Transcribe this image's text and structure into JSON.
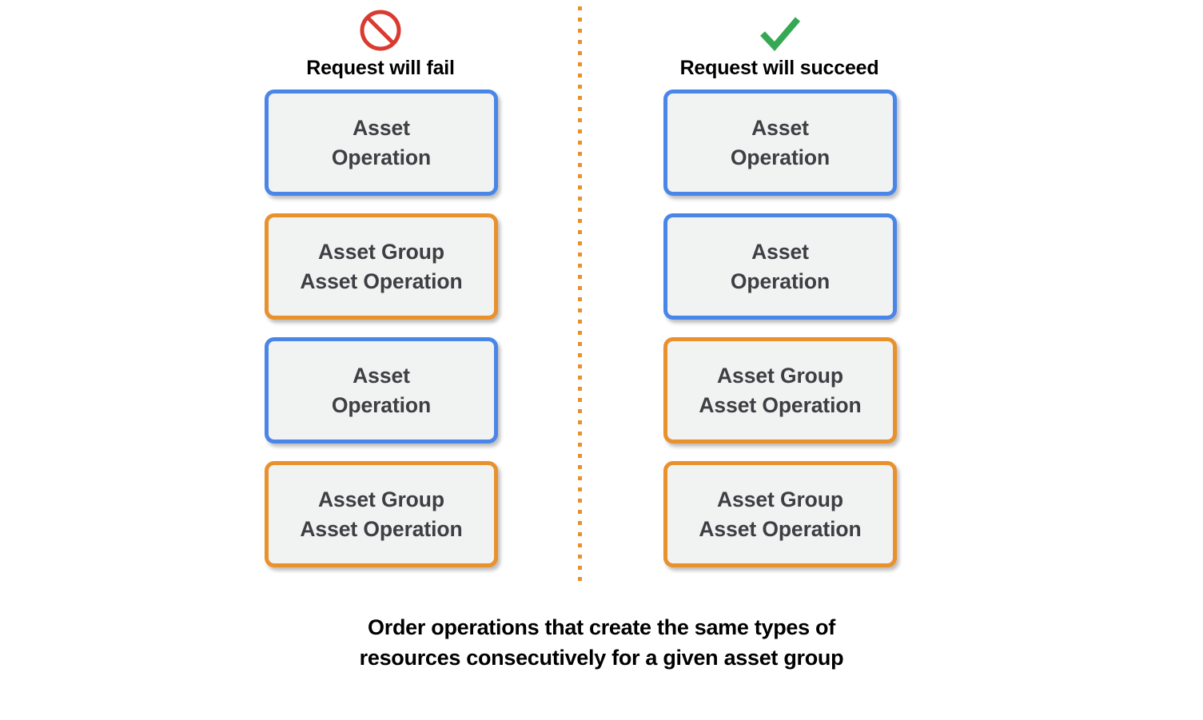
{
  "background_color": "#ffffff",
  "colors": {
    "asset_border": "#4a86e8",
    "asset_group_border": "#e8912d",
    "box_fill": "#f1f2f2",
    "box_text": "#3c4043",
    "fail_icon": "#d93b30",
    "succeed_icon": "#34a853",
    "divider": "#e8912d",
    "heading_text": "#000000"
  },
  "divider": {
    "name": "dotted-vertical-divider",
    "style": "dotted",
    "color": "#e8912d"
  },
  "columns": [
    {
      "id": "fail",
      "icon": "prohibition-icon",
      "icon_color": "#d93b30",
      "title": "Request will fail",
      "boxes": [
        {
          "type": "asset",
          "label": "Asset\nOperation"
        },
        {
          "type": "asset-group",
          "label": "Asset Group\nAsset Operation"
        },
        {
          "type": "asset",
          "label": "Asset\nOperation"
        },
        {
          "type": "asset-group",
          "label": "Asset Group\nAsset Operation"
        }
      ]
    },
    {
      "id": "succeed",
      "icon": "checkmark-icon",
      "icon_color": "#34a853",
      "title": "Request will succeed",
      "boxes": [
        {
          "type": "asset",
          "label": "Asset\nOperation"
        },
        {
          "type": "asset",
          "label": "Asset\nOperation"
        },
        {
          "type": "asset-group",
          "label": "Asset Group\nAsset Operation"
        },
        {
          "type": "asset-group",
          "label": "Asset Group\nAsset Operation"
        }
      ]
    }
  ],
  "caption": "Order operations that create the same types of\nresources consecutively for a given asset group"
}
